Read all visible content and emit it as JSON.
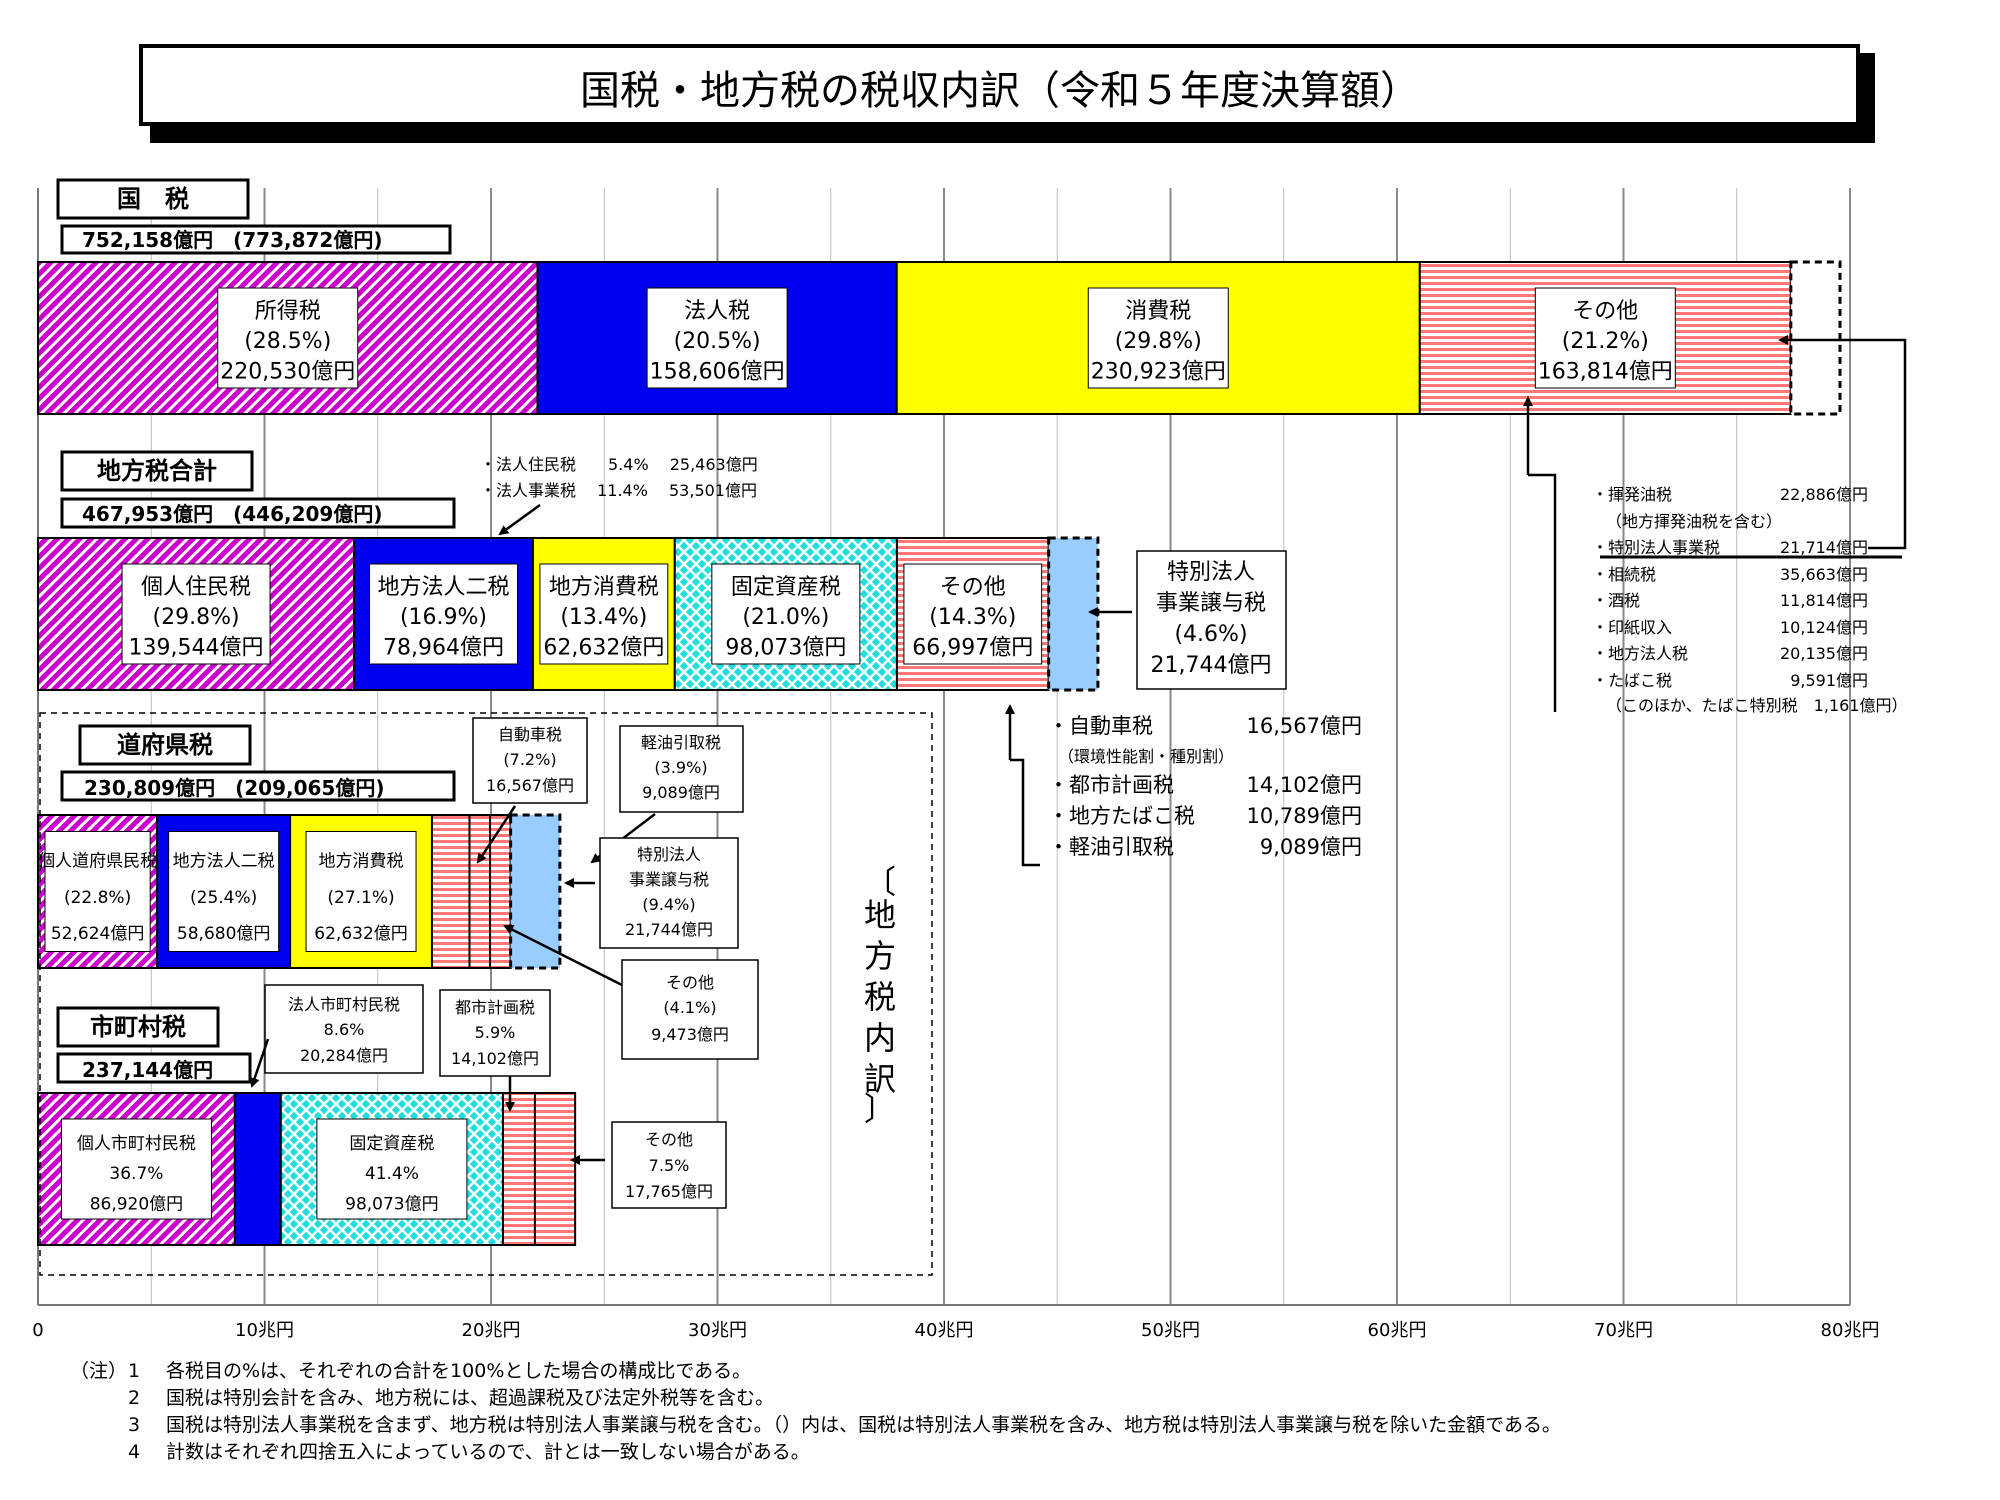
{
  "title": "国税・地方税の税収内訳（令和５年度決算額）",
  "colors": {
    "income": "#cc00cc",
    "corporate": "#0000ee",
    "consumption": "#ffff00",
    "property": "#00dddd",
    "other": "#ff6666",
    "special": "#99ccff"
  },
  "chart_data": {
    "type": "bar",
    "x_axis": {
      "unit": "兆円",
      "range": [
        0,
        80
      ],
      "tick_labels": [
        "0",
        "10兆円",
        "20兆円",
        "30兆円",
        "40兆円",
        "50兆円",
        "60兆円",
        "70兆円",
        "80兆円"
      ],
      "grid": true
    },
    "groups": [
      {
        "id": "kokuzei",
        "label": "国　税",
        "total_label": "752,158億円　(773,872億円)",
        "segments": [
          {
            "name": "所得税",
            "pct": "(28.5%)",
            "amount": "220,530億円",
            "value": 220530,
            "color": "income"
          },
          {
            "name": "法人税",
            "pct": "(20.5%)",
            "amount": "158,606億円",
            "value": 158606,
            "color": "corporate"
          },
          {
            "name": "消費税",
            "pct": "(29.8%)",
            "amount": "230,923億円",
            "value": 230923,
            "color": "consumption"
          },
          {
            "name": "その他",
            "pct": "(21.2%)",
            "amount": "163,814億円",
            "value": 163814,
            "color": "other"
          },
          {
            "name": "",
            "pct": "",
            "amount": "",
            "value": 21714,
            "color": "dashed"
          }
        ]
      },
      {
        "id": "chihozei",
        "label": "地方税合計",
        "total_label": "467,953億円　(446,209億円)",
        "segments": [
          {
            "name": "個人住民税",
            "pct": "(29.8%)",
            "amount": "139,544億円",
            "value": 139544,
            "color": "income"
          },
          {
            "name": "地方法人二税",
            "pct": "(16.9%)",
            "amount": "78,964億円",
            "value": 78964,
            "color": "corporate"
          },
          {
            "name": "地方消費税",
            "pct": "(13.4%)",
            "amount": "62,632億円",
            "value": 62632,
            "color": "consumption"
          },
          {
            "name": "固定資産税",
            "pct": "(21.0%)",
            "amount": "98,073億円",
            "value": 98073,
            "color": "property"
          },
          {
            "name": "その他",
            "pct": "(14.3%)",
            "amount": "66,997億円",
            "value": 66997,
            "color": "other"
          },
          {
            "name": "",
            "pct": "",
            "amount": "",
            "value": 21744,
            "color": "special"
          }
        ]
      },
      {
        "id": "dofuken",
        "label": "道府県税",
        "total_label": "230,809億円　(209,065億円)",
        "segments": [
          {
            "name": "個人道府県民税",
            "pct": "(22.8%)",
            "amount": "52,624億円",
            "value": 52624,
            "color": "income"
          },
          {
            "name": "地方法人二税",
            "pct": "(25.4%)",
            "amount": "58,680億円",
            "value": 58680,
            "color": "corporate"
          },
          {
            "name": "地方消費税",
            "pct": "(27.1%)",
            "amount": "62,632億円",
            "value": 62632,
            "color": "consumption"
          },
          {
            "name": "",
            "pct": "",
            "amount": "",
            "value": 34729,
            "color": "other"
          },
          {
            "name": "",
            "pct": "",
            "amount": "",
            "value": 21744,
            "color": "special"
          }
        ]
      },
      {
        "id": "shichoson",
        "label": "市町村税",
        "total_label": "237,144億円",
        "segments": [
          {
            "name": "個人市町村民税",
            "pct": "36.7%",
            "amount": "86,920億円",
            "value": 86920,
            "color": "income"
          },
          {
            "name": "",
            "pct": "",
            "amount": "",
            "value": 20284,
            "color": "corporate"
          },
          {
            "name": "固定資産税",
            "pct": "41.4%",
            "amount": "98,073億円",
            "value": 98073,
            "color": "property"
          },
          {
            "name": "",
            "pct": "",
            "amount": "",
            "value": 31867,
            "color": "other"
          }
        ]
      }
    ],
    "annotations": {
      "local_corp_detail": [
        "・法人住民税　　5.4%　 25,463億円",
        "・法人事業税　 11.4%　 53,501億円"
      ],
      "special_corp_local": [
        "特別法人",
        "事業譲与税",
        "(4.6%)",
        "21,744億円"
      ],
      "national_other_detail": [
        {
          "name": "・揮発油税",
          "value": "22,886億円"
        },
        {
          "name": "（地方揮発油税を含む）",
          "value": ""
        },
        {
          "name": "・特別法人事業税",
          "value": "21,714億円"
        },
        {
          "name": "・相続税",
          "value": "35,663億円"
        },
        {
          "name": "・酒税",
          "value": "11,814億円"
        },
        {
          "name": "・印紙収入",
          "value": "10,124億円"
        },
        {
          "name": "・地方法人税",
          "value": "20,135億円"
        },
        {
          "name": "・たばこ税",
          "value": "9,591億円"
        },
        {
          "name": "（このほか、たばこ特別税　1,161億円）",
          "value": ""
        }
      ],
      "local_other_detail": [
        {
          "name": "・自動車税",
          "value": "16,567億円"
        },
        {
          "name": "（環境性能割・種別割）",
          "value": ""
        },
        {
          "name": "・都市計画税",
          "value": "14,102億円"
        },
        {
          "name": "・地方たばこ税",
          "value": "10,789億円"
        },
        {
          "name": "・軽油引取税",
          "value": "9,089億円"
        }
      ],
      "pref_auto": [
        "自動車税",
        "(7.2%)",
        "16,567億円"
      ],
      "pref_diesel": [
        "軽油引取税",
        "(3.9%)",
        "9,089億円"
      ],
      "pref_special": [
        "特別法人",
        "事業譲与税",
        "(9.4%)",
        "21,744億円"
      ],
      "pref_other": [
        "その他",
        "(4.1%)",
        "9,473億円"
      ],
      "muni_corp": [
        "法人市町村民税",
        "8.6%",
        "20,284億円"
      ],
      "muni_cityplan": [
        "都市計画税",
        "5.9%",
        "14,102億円"
      ],
      "muni_other": [
        "その他",
        "7.5%",
        "17,765億円"
      ],
      "local_breakdown_label": [
        "地",
        "方",
        "税",
        "内",
        "訳"
      ]
    }
  },
  "notes": {
    "prefix": "（注）",
    "items": [
      {
        "num": "1",
        "text": "各税目の%は、それぞれの合計を100%とした場合の構成比である。"
      },
      {
        "num": "2",
        "text": "国税は特別会計を含み、地方税には、超過課税及び法定外税等を含む。"
      },
      {
        "num": "3",
        "text": "国税は特別法人事業税を含まず、地方税は特別法人事業譲与税を含む。（）内は、国税は特別法人事業税を含み、地方税は特別法人事業譲与税を除いた金額である。"
      },
      {
        "num": "4",
        "text": "計数はそれぞれ四捨五入によっているので、計とは一致しない場合がある。"
      }
    ]
  }
}
